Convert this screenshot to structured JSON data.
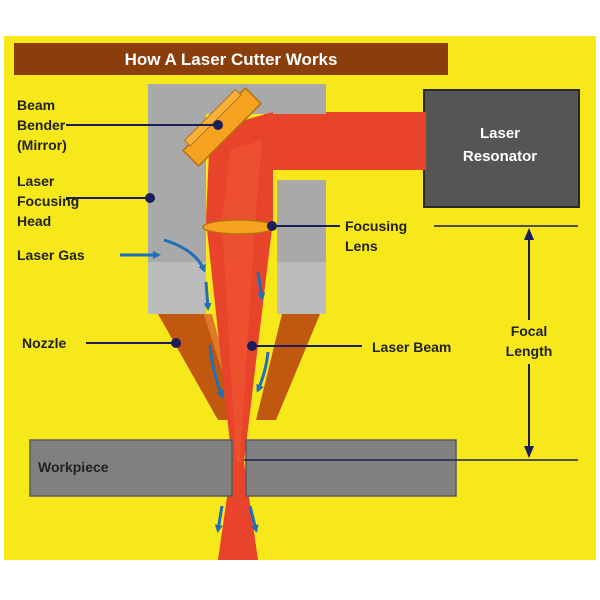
{
  "title": "How A Laser Cutter Works",
  "labels": {
    "beam_bender": [
      "Beam",
      "Bender",
      "(Mirror)"
    ],
    "focusing_head": [
      "Laser",
      "Focusing",
      "Head"
    ],
    "laser_gas": "Laser Gas",
    "nozzle": "Nozzle",
    "workpiece": "Workpiece",
    "laser_resonator": [
      "Laser",
      "Resonator"
    ],
    "focusing_lens": [
      "Focusing",
      "Lens"
    ],
    "laser_beam": "Laser Beam",
    "focal_length": [
      "Focal",
      "Length"
    ]
  },
  "colors": {
    "background": "#f7e81c",
    "title_bar": "#8a3e0b",
    "head_gray": "#a9a9a9",
    "resonator": "#555555",
    "beam_red": "#e8432b",
    "beam_orange": "#f0962d",
    "mirror": "#f5a320",
    "nozzle_brown": "#c0580f",
    "workpiece": "#808080",
    "gas_arrow": "#2070b8",
    "leader": "#1a1f5c"
  }
}
